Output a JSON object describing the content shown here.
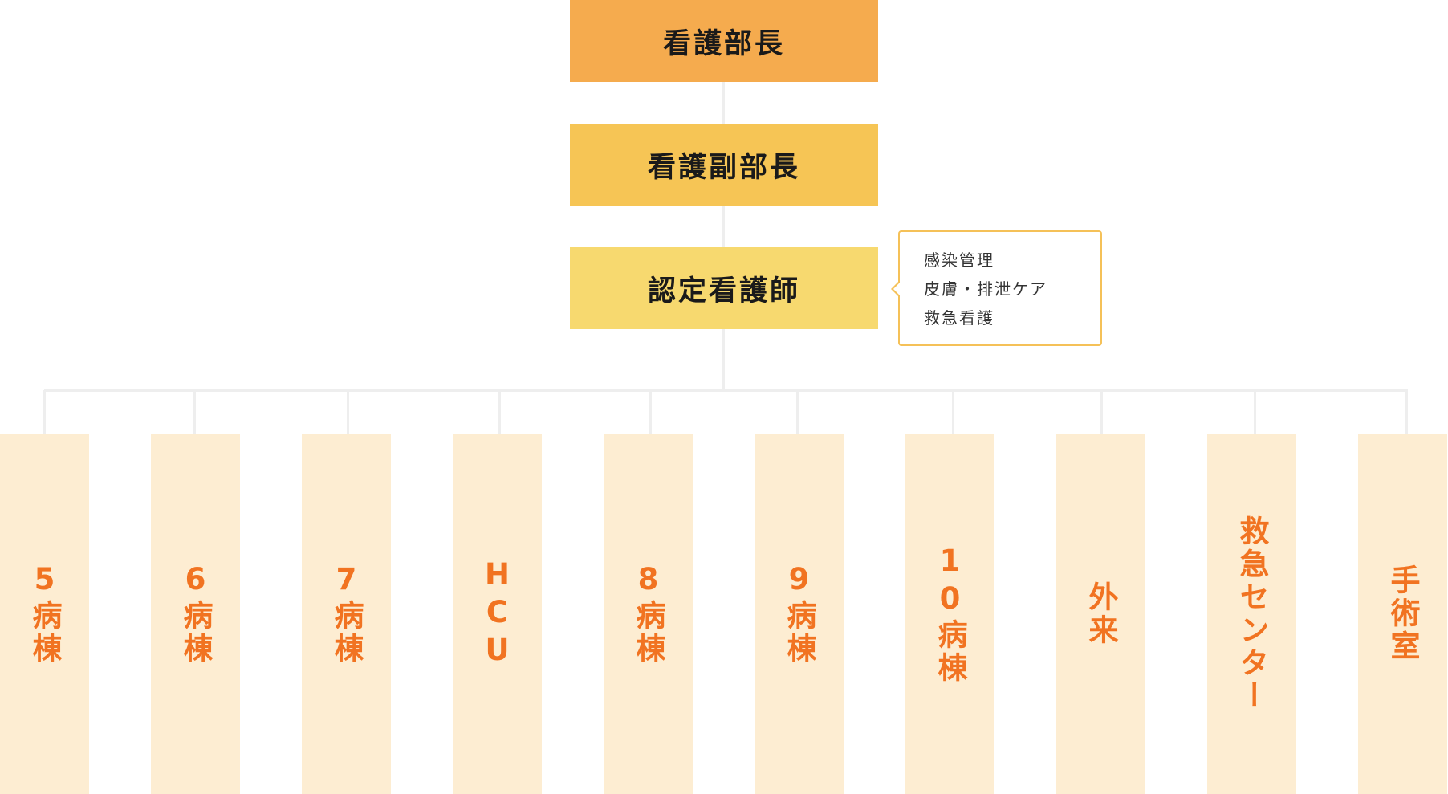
{
  "top": {
    "director": "看護部長",
    "deputy": "看護副部長",
    "certified": "認定看護師"
  },
  "certified_specialties": [
    "感染管理",
    "皮膚・排泄ケア",
    "救急看護"
  ],
  "departments": [
    "5病棟",
    "6病棟",
    "7病棟",
    "HCU",
    "8病棟",
    "9病棟",
    "10病棟",
    "外来",
    "救急センター",
    "手術室"
  ],
  "colors": {
    "director": "#f5ab4e",
    "deputy": "#f6c555",
    "certified": "#f7d96f",
    "callout_border": "#f5c158",
    "dept_bg": "#fdedd2",
    "dept_text": "#f17321",
    "connector": "#eeeeee"
  }
}
